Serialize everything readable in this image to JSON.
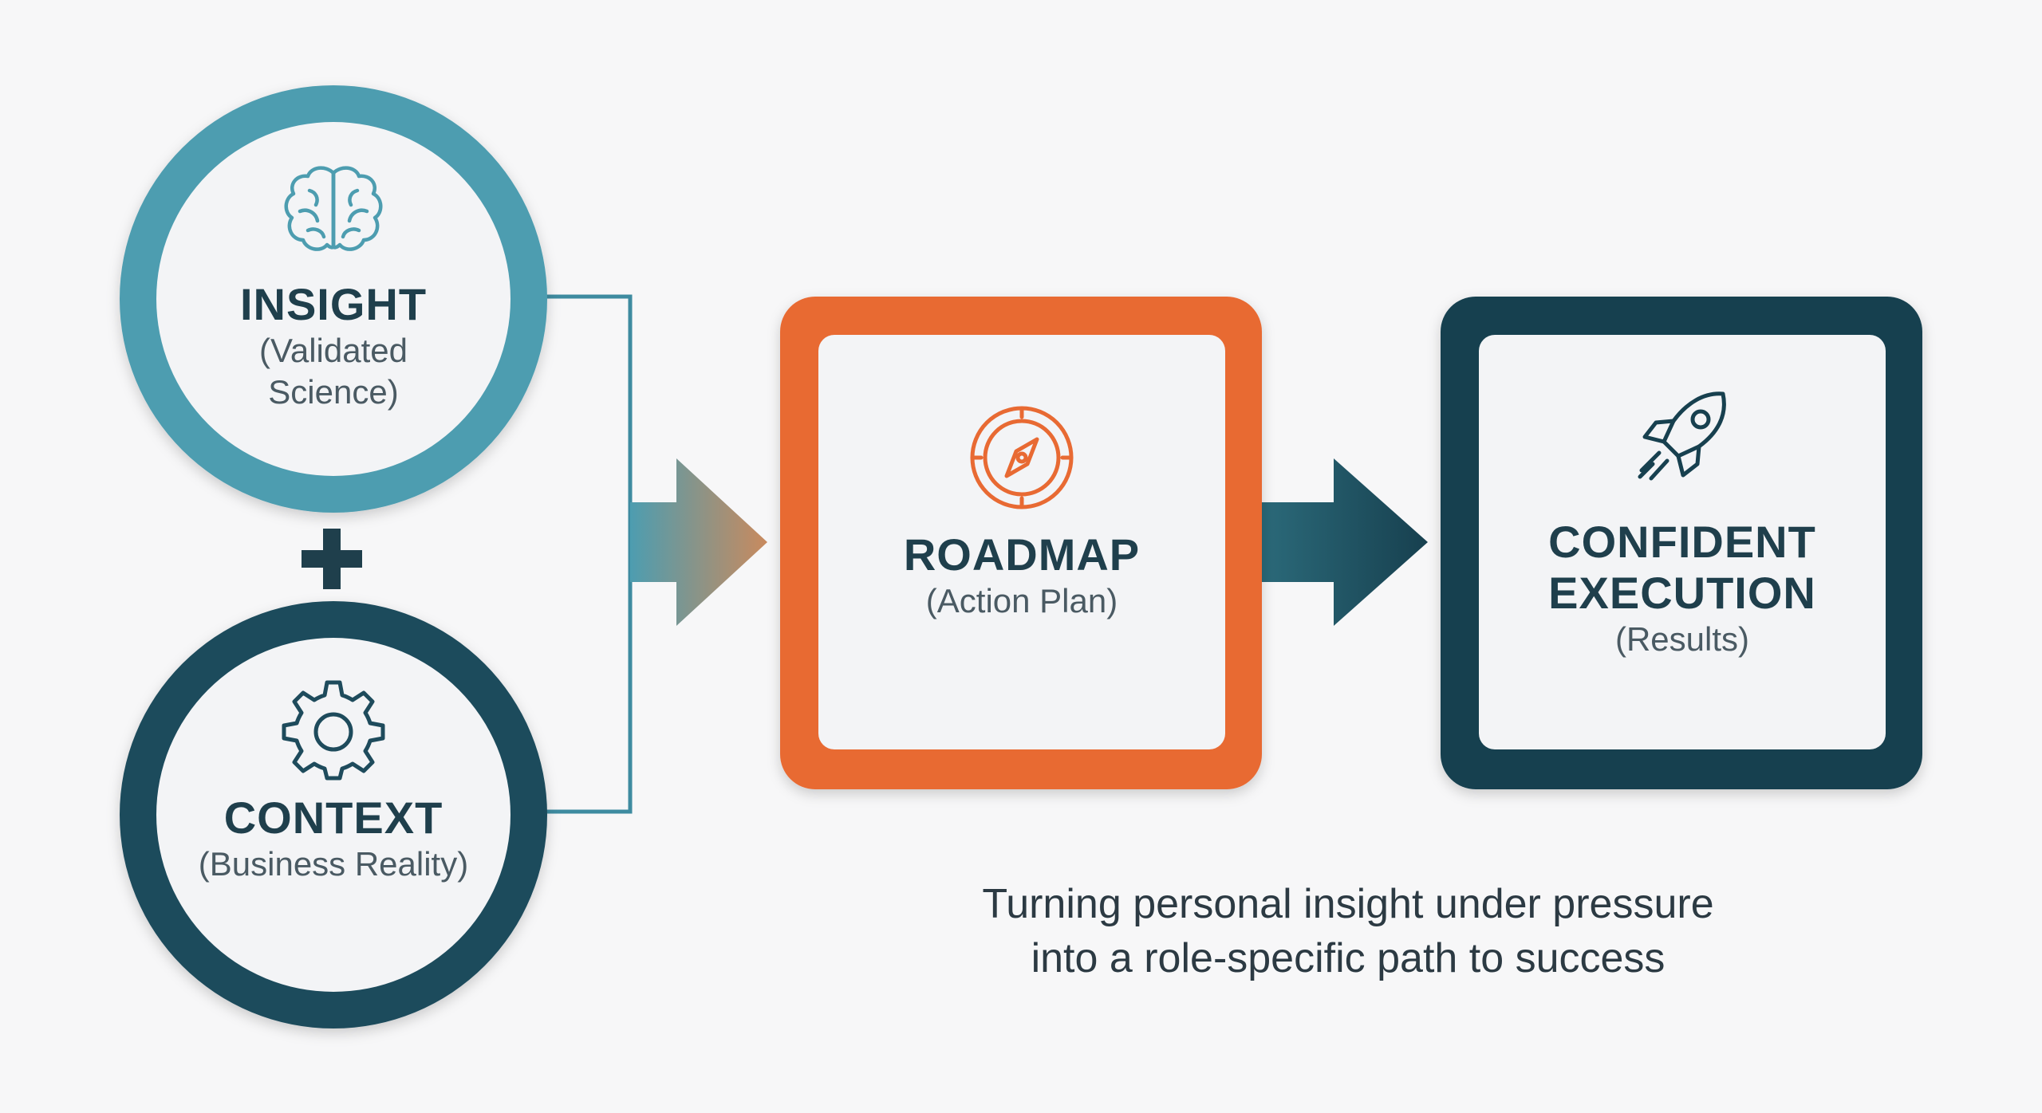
{
  "nodes": {
    "insight": {
      "title": "INSIGHT",
      "sub_line1": "(Validated",
      "sub_line2": "Science)",
      "icon": "brain-icon"
    },
    "context": {
      "title": "CONTEXT",
      "sub_line1": "(Business Reality)",
      "icon": "gear-icon"
    },
    "roadmap": {
      "title": "ROADMAP",
      "sub_line1": "(Action Plan)",
      "icon": "compass-icon"
    },
    "execution": {
      "title_line1": "CONFIDENT",
      "title_line2": "EXECUTION",
      "sub_line1": "(Results)",
      "icon": "rocket-icon"
    }
  },
  "operator": "+",
  "caption": {
    "line1": "Turning personal insight under pressure",
    "line2": "into a role-specific path to success"
  },
  "colors": {
    "teal": "#4d9db0",
    "dark_teal": "#1e4b5c",
    "orange": "#e86a33",
    "navy": "#17404f",
    "card": "#f3f4f6"
  }
}
